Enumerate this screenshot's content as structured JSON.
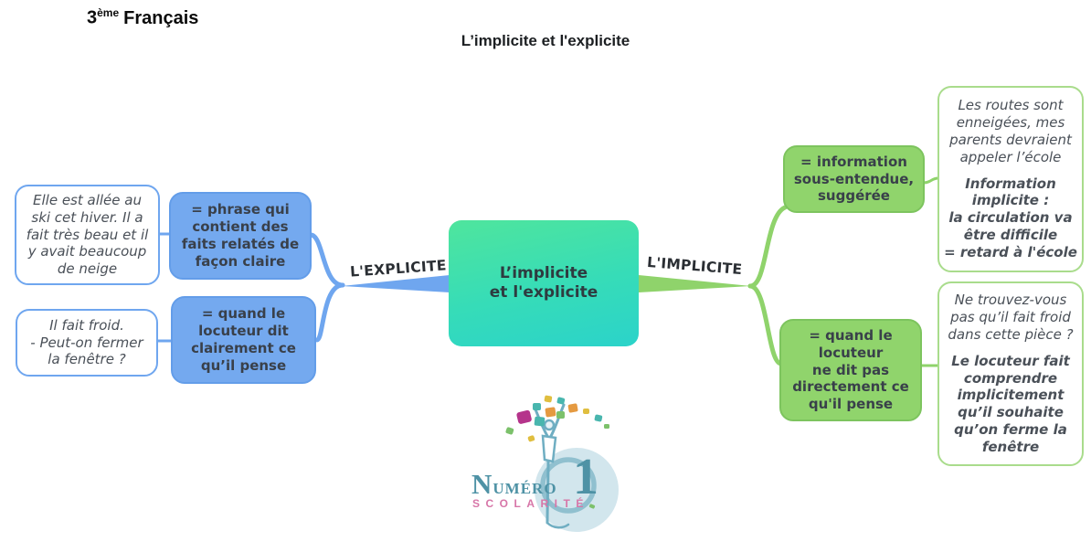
{
  "header": {
    "course_number": "3",
    "course_ordinal": "ème",
    "course_subject": "Français",
    "title": "L’implicite et l'explicite"
  },
  "center_node": {
    "label": "L’implicite\net l'explicite"
  },
  "explicite_branch": {
    "label": "L'EXPLICITE",
    "color": "#6fa6ef",
    "box_color": "#74a9ef",
    "definitions": [
      {
        "text": "= phrase qui\ncontient des\nfaits relatés de\nfaçon claire"
      },
      {
        "text": "= quand le\nlocuteur dit\nclairement ce\nqu’il pense"
      }
    ],
    "examples": [
      {
        "text": "Elle est allée au\nski cet hiver. Il a\nfait très beau et il\ny avait beaucoup\nde neige"
      },
      {
        "text": "Il fait froid.\n- Peut-on fermer\nla fenêtre ?"
      }
    ]
  },
  "implicite_branch": {
    "label": "L'IMPLICITE",
    "color": "#8fd36b",
    "box_color": "#90d46c",
    "definitions": [
      {
        "text": "= information\nsous-entendue,\nsuggérée"
      },
      {
        "text": "= quand le\nlocuteur\nne dit pas\ndirectement ce\nqu'il pense"
      }
    ],
    "examples": [
      {
        "text": "Les routes sont\nenneigées, mes\nparents devraient\nappeler l’école",
        "note": "Information\nimplicite :\nla circulation va\nêtre difficile\n= retard à l'école"
      },
      {
        "text": "Ne trouvez-vous\npas qu’il fait froid\ndans cette pièce ?",
        "note": "Le locuteur fait\ncomprendre\nimplicitement\nqu’il souhaite\nqu’on ferme la\nfenêtre"
      }
    ]
  },
  "logo": {
    "brand": "Numéro",
    "numeral": "1",
    "tagline": "SCOLARITÉ",
    "brand_color": "#4e92a5",
    "tagline_color": "#d776a8"
  }
}
